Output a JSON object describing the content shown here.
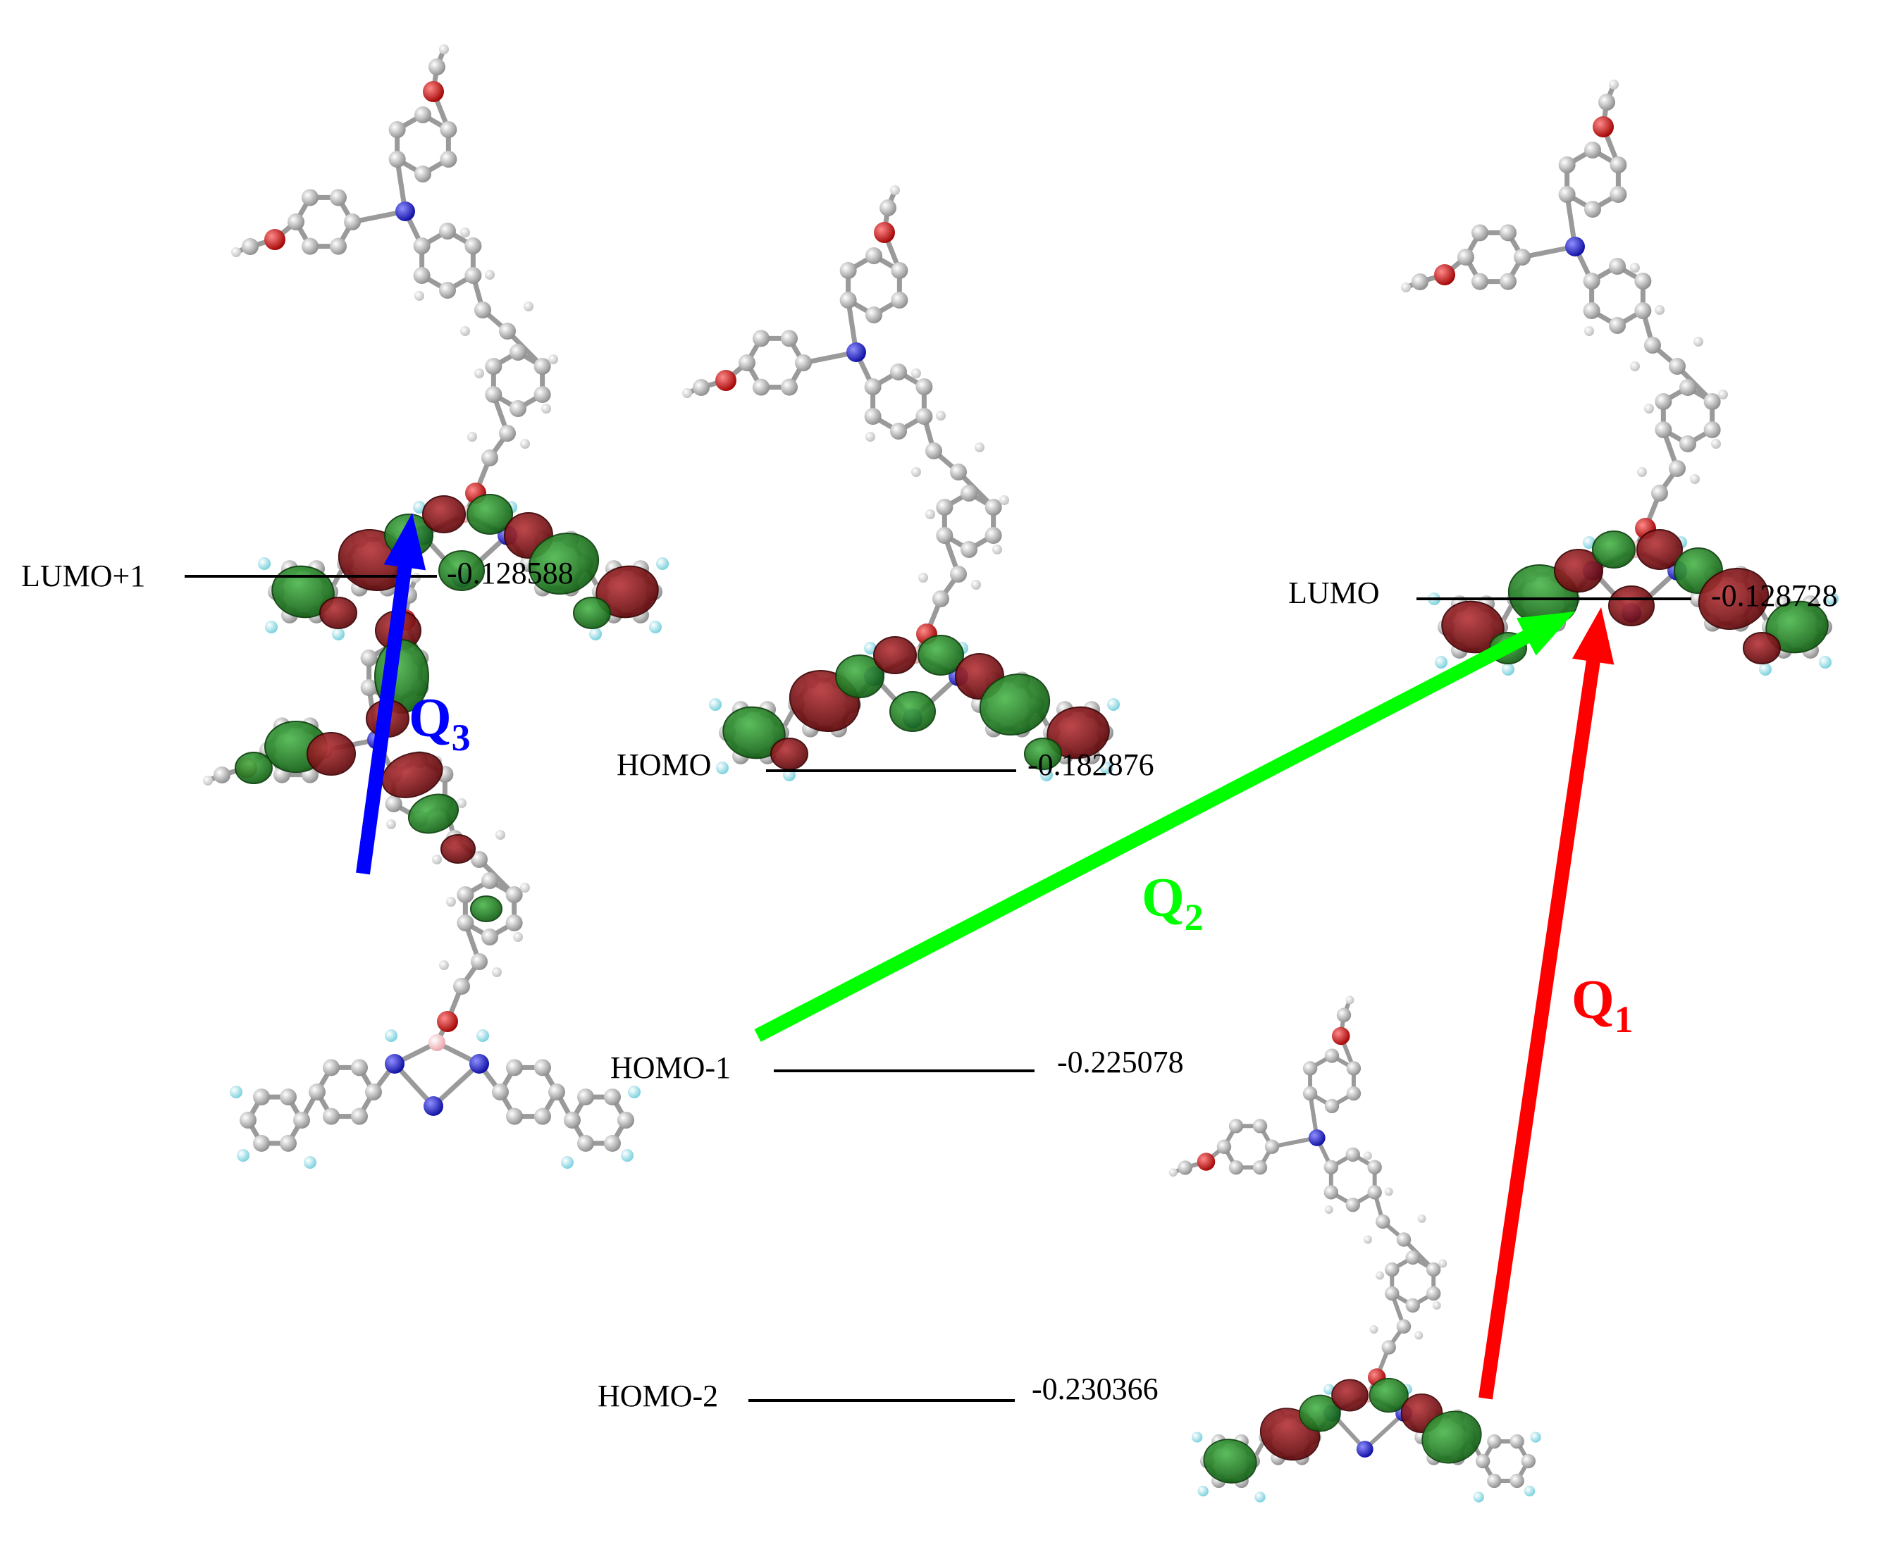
{
  "levels": [
    {
      "id": "lumo1",
      "label": "LUMO+1",
      "energy": "-0.128588"
    },
    {
      "id": "lumo",
      "label": "LUMO",
      "energy": "-0.128728"
    },
    {
      "id": "homo",
      "label": "HOMO",
      "energy": "-0.182876"
    },
    {
      "id": "homo1",
      "label": "HOMO-1",
      "energy": "-0.225078"
    },
    {
      "id": "homo2",
      "label": "HOMO-2",
      "energy": "-0.230366"
    }
  ],
  "transitions": [
    {
      "id": "q1",
      "letter": "Q",
      "sub": "1",
      "color": "#ff0000",
      "from": "HOMO-2",
      "to": "LUMO"
    },
    {
      "id": "q2",
      "letter": "Q",
      "sub": "2",
      "color": "#00ff00",
      "from": "HOMO-1",
      "to": "LUMO"
    },
    {
      "id": "q3",
      "letter": "Q",
      "sub": "3",
      "color": "#0000ff",
      "from": "HOMO-1",
      "to": "LUMO+1"
    }
  ],
  "colors": {
    "orbital_positive": "#8b0f14",
    "orbital_negative": "#1f8f22",
    "atom_carbon": "#b4b4b4",
    "atom_hydrogen": "#e6e6e6",
    "atom_oxygen": "#d01010",
    "atom_nitrogen": "#1a1ad8",
    "atom_fluorine": "#9fe6f0",
    "atom_boron": "#f4c2c8"
  }
}
